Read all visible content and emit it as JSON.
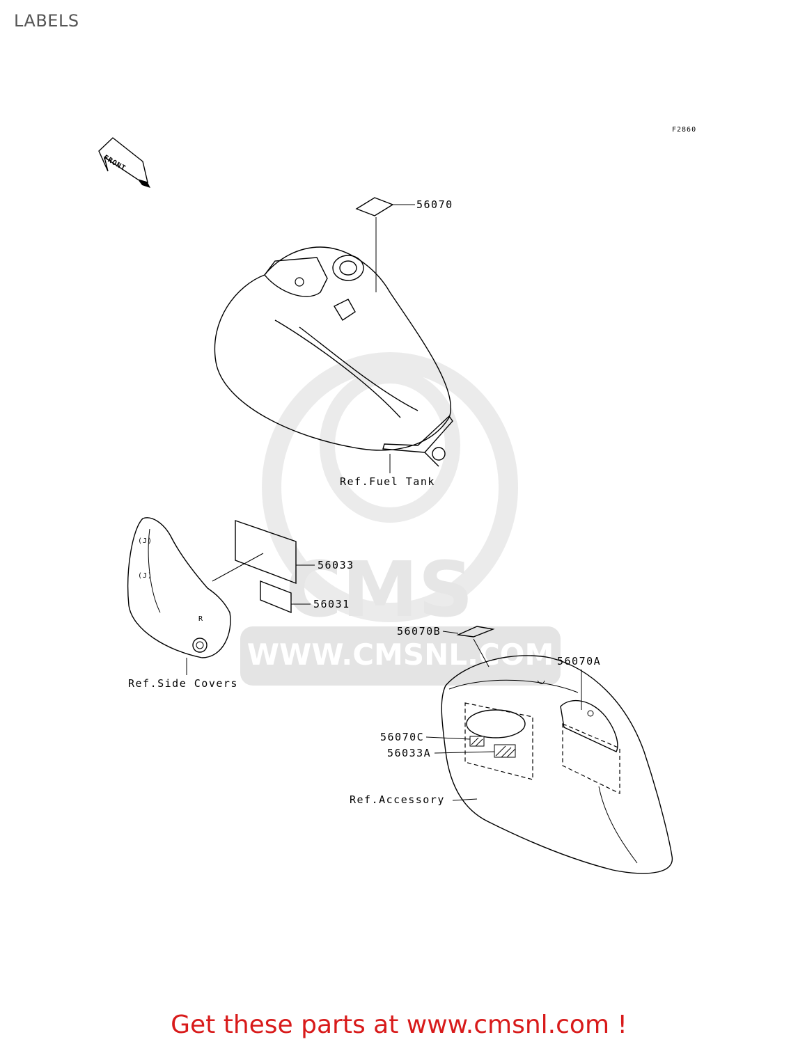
{
  "page": {
    "title": "LABELS",
    "figure_code": "F2860",
    "cta": "Get these parts at www.cmsnl.com !"
  },
  "watermark": {
    "brand": "CMS",
    "url": "WWW.CMSNL.COM"
  },
  "front_arrow": {
    "label": "FRONT"
  },
  "parts": [
    {
      "number": "56070"
    },
    {
      "number": "56033"
    },
    {
      "number": "56031"
    },
    {
      "number": "56070B"
    },
    {
      "number": "56070A"
    },
    {
      "number": "56070C"
    },
    {
      "number": "56033A"
    }
  ],
  "references": [
    {
      "label": "Ref.Fuel Tank"
    },
    {
      "label": "Ref.Side Covers"
    },
    {
      "label": "Ref.Accessory"
    }
  ]
}
